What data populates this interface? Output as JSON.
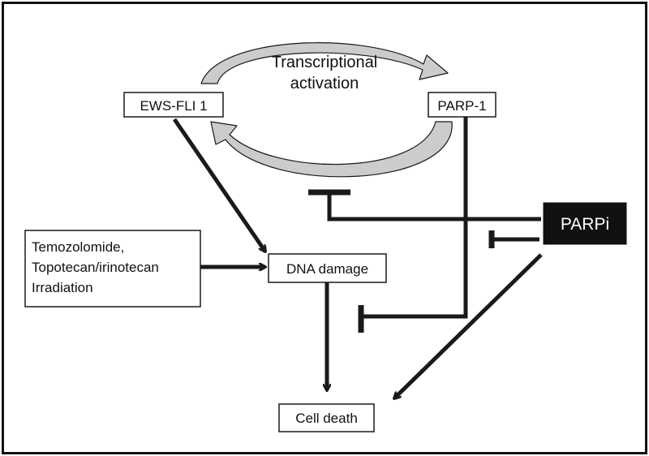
{
  "nodes": {
    "ews_fli1": "EWS-FLI 1",
    "parp1": "PARP-1",
    "parpi": "PARPi",
    "dna_damage": "DNA damage",
    "cell_death": "Cell death",
    "treatments": [
      "Temozolomide,",
      "Topotecan/irinotecan",
      "Irradiation"
    ]
  },
  "cycle_label": [
    "Transcriptional",
    "activation"
  ],
  "colors": {
    "frame": "#111111",
    "stroke": "#1a1a1a",
    "arrow_fill": "#cccccc",
    "parpi_bg": "#111111",
    "parpi_text": "#ffffff"
  }
}
